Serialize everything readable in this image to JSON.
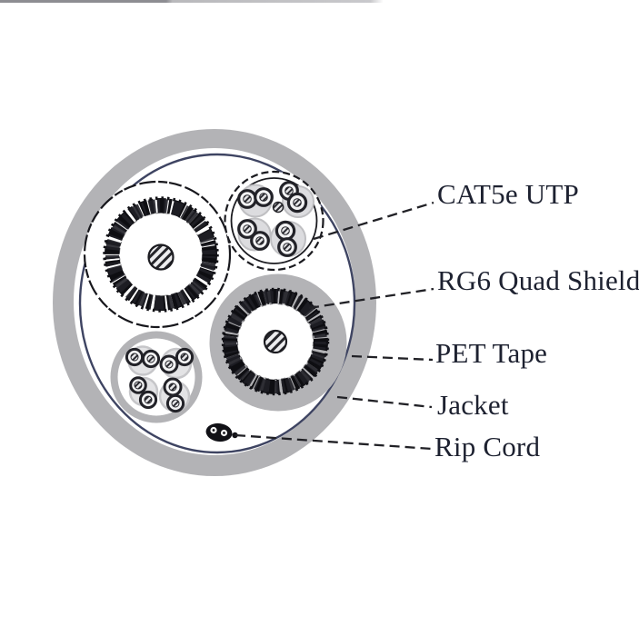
{
  "diagram": {
    "labels": [
      {
        "id": "cat5e-utp",
        "text": "CAT5e UTP"
      },
      {
        "id": "rg6-quad-shield",
        "text": "RG6 Quad Shield"
      },
      {
        "id": "pet-tape",
        "text": "PET Tape"
      },
      {
        "id": "jacket",
        "text": "Jacket"
      },
      {
        "id": "rip-cord",
        "text": "Rip Cord"
      }
    ],
    "colors": {
      "jacket_gray": "#b3b3b6",
      "pet_tape_navy": "#3e4462",
      "braid_black": "#0e0e12",
      "leader_line": "#212126",
      "label_text": "#1d2130",
      "pair_sheath_gray": "#dcdcdf",
      "background": "#ffffff"
    }
  }
}
